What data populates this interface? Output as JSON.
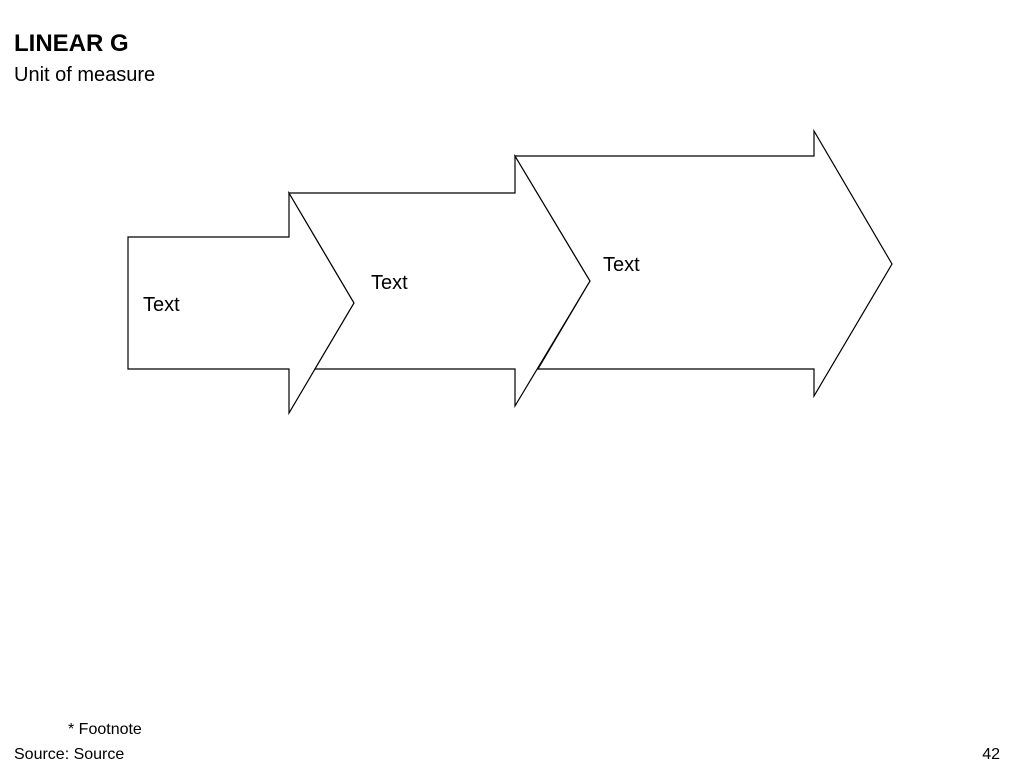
{
  "header": {
    "title": "LINEAR G",
    "subtitle": "Unit of measure"
  },
  "diagram": {
    "arrows": [
      {
        "label": "Text"
      },
      {
        "label": "Text"
      },
      {
        "label": "Text"
      }
    ]
  },
  "footer": {
    "footnote": "* Footnote",
    "source": "Source: Source",
    "page_number": "42"
  }
}
